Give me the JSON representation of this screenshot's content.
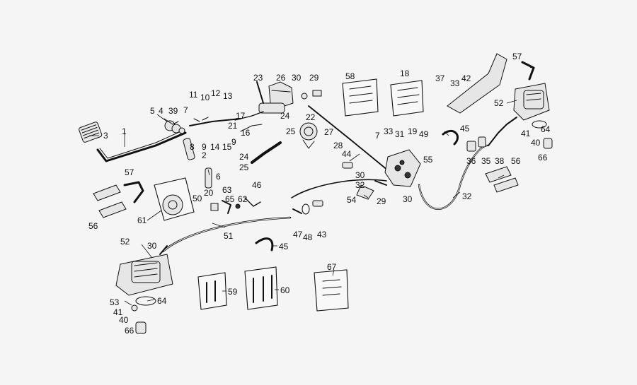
{
  "diagram": {
    "kind": "exploded parts diagram",
    "colors": {
      "background": "#f5f5f5",
      "ink": "#111111"
    },
    "labels": [
      {
        "id": "l3",
        "text": "3"
      },
      {
        "id": "l1",
        "text": "1"
      },
      {
        "id": "l5",
        "text": "5"
      },
      {
        "id": "l4",
        "text": "4"
      },
      {
        "id": "l39",
        "text": "39"
      },
      {
        "id": "l7a",
        "text": "7"
      },
      {
        "id": "l11",
        "text": "11"
      },
      {
        "id": "l10",
        "text": "10"
      },
      {
        "id": "l12",
        "text": "12"
      },
      {
        "id": "l13",
        "text": "13"
      },
      {
        "id": "l8",
        "text": "8"
      },
      {
        "id": "l9a",
        "text": "9"
      },
      {
        "id": "l14",
        "text": "14"
      },
      {
        "id": "l15",
        "text": "15"
      },
      {
        "id": "l2",
        "text": "2"
      },
      {
        "id": "l6",
        "text": "6"
      },
      {
        "id": "l57a",
        "text": "57"
      },
      {
        "id": "l20",
        "text": "20"
      },
      {
        "id": "l63",
        "text": "63"
      },
      {
        "id": "l65",
        "text": "65"
      },
      {
        "id": "l62",
        "text": "62"
      },
      {
        "id": "l46",
        "text": "46"
      },
      {
        "id": "l50",
        "text": "50"
      },
      {
        "id": "l61",
        "text": "61"
      },
      {
        "id": "l56a",
        "text": "56"
      },
      {
        "id": "l51",
        "text": "51"
      },
      {
        "id": "l52a",
        "text": "52"
      },
      {
        "id": "l30a",
        "text": "30"
      },
      {
        "id": "l53",
        "text": "53"
      },
      {
        "id": "l41a",
        "text": "41"
      },
      {
        "id": "l64a",
        "text": "64"
      },
      {
        "id": "l40a",
        "text": "40"
      },
      {
        "id": "l66a",
        "text": "66"
      },
      {
        "id": "l59",
        "text": "59"
      },
      {
        "id": "l60",
        "text": "60"
      },
      {
        "id": "l67",
        "text": "67"
      },
      {
        "id": "l45a",
        "text": "45"
      },
      {
        "id": "l47",
        "text": "47"
      },
      {
        "id": "l48",
        "text": "48"
      },
      {
        "id": "l43",
        "text": "43"
      },
      {
        "id": "l23",
        "text": "23"
      },
      {
        "id": "l26",
        "text": "26"
      },
      {
        "id": "l30b",
        "text": "30"
      },
      {
        "id": "l29a",
        "text": "29"
      },
      {
        "id": "l17",
        "text": "17"
      },
      {
        "id": "l24a",
        "text": "24"
      },
      {
        "id": "l21",
        "text": "21"
      },
      {
        "id": "l22",
        "text": "22"
      },
      {
        "id": "l16",
        "text": "16"
      },
      {
        "id": "l25a",
        "text": "25"
      },
      {
        "id": "l27",
        "text": "27"
      },
      {
        "id": "l9b",
        "text": "9"
      },
      {
        "id": "l28",
        "text": "28"
      },
      {
        "id": "l24b",
        "text": "24"
      },
      {
        "id": "l25b",
        "text": "25"
      },
      {
        "id": "l44",
        "text": "44"
      },
      {
        "id": "l58",
        "text": "58"
      },
      {
        "id": "l18",
        "text": "18"
      },
      {
        "id": "l7b",
        "text": "7"
      },
      {
        "id": "l33a",
        "text": "33"
      },
      {
        "id": "l31",
        "text": "31"
      },
      {
        "id": "l19",
        "text": "19"
      },
      {
        "id": "l49",
        "text": "49"
      },
      {
        "id": "l55",
        "text": "55"
      },
      {
        "id": "l30c",
        "text": "30"
      },
      {
        "id": "l32a",
        "text": "32"
      },
      {
        "id": "l54",
        "text": "54"
      },
      {
        "id": "l29b",
        "text": "29"
      },
      {
        "id": "l30d",
        "text": "30"
      },
      {
        "id": "l32b",
        "text": "32"
      },
      {
        "id": "l57b",
        "text": "57"
      },
      {
        "id": "l37",
        "text": "37"
      },
      {
        "id": "l33b",
        "text": "33"
      },
      {
        "id": "l42",
        "text": "42"
      },
      {
        "id": "l52b",
        "text": "52"
      },
      {
        "id": "l45b",
        "text": "45"
      },
      {
        "id": "l41b",
        "text": "41"
      },
      {
        "id": "l64b",
        "text": "64"
      },
      {
        "id": "l40b",
        "text": "40"
      },
      {
        "id": "l66b",
        "text": "66"
      },
      {
        "id": "l36",
        "text": "36"
      },
      {
        "id": "l35",
        "text": "35"
      },
      {
        "id": "l38",
        "text": "38"
      },
      {
        "id": "l56b",
        "text": "56"
      }
    ]
  }
}
